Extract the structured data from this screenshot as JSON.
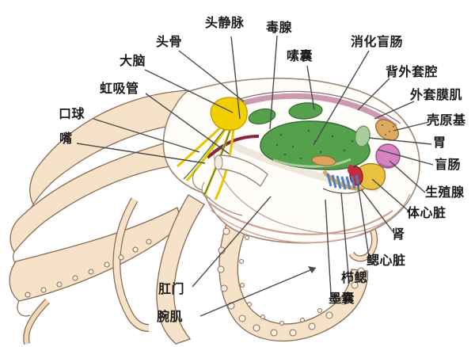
{
  "figure_labels": {
    "cephalic_vein": "头静脉",
    "poison_gland": "毒腺",
    "skull": "头骨",
    "brain": "大脑",
    "crop": "嗉囊",
    "digestive_cecum": "消化盲肠",
    "siphon": "虹吸管",
    "dorsal_mantle_cavity": "背外套腔",
    "buccal_bulb": "口球",
    "mantle_muscle": "外套膜肌",
    "mouth": "嘴",
    "shell_rudiment": "壳原基",
    "stomach": "胃",
    "cecum": "盲肠",
    "gonad": "生殖腺",
    "systemic_heart": "体心脏",
    "kidney": "肾",
    "gill_heart": "鳃心脏",
    "ctenidium": "栉鳃",
    "ink_sac": "墨囊",
    "anus": "肛门",
    "arm_muscle": "腕肌"
  },
  "colors": {
    "digestive_gland_green": "#55a04b",
    "brain_yellow": "#f2cf00",
    "gonad_pink": "#d583c3",
    "heart_yellow": "#e9c143",
    "heart_red": "#c22c3c",
    "gill_blue": "#4f7fbd",
    "shell_tan": "#dcab60",
    "mantle_pink": "#c487a5",
    "arm_peach": "#f6e2c8",
    "outline_brown": "#8a6a52",
    "label_text": "#1b1b1b",
    "leader_line": "#4a4a4a",
    "background": "#ffffff"
  }
}
